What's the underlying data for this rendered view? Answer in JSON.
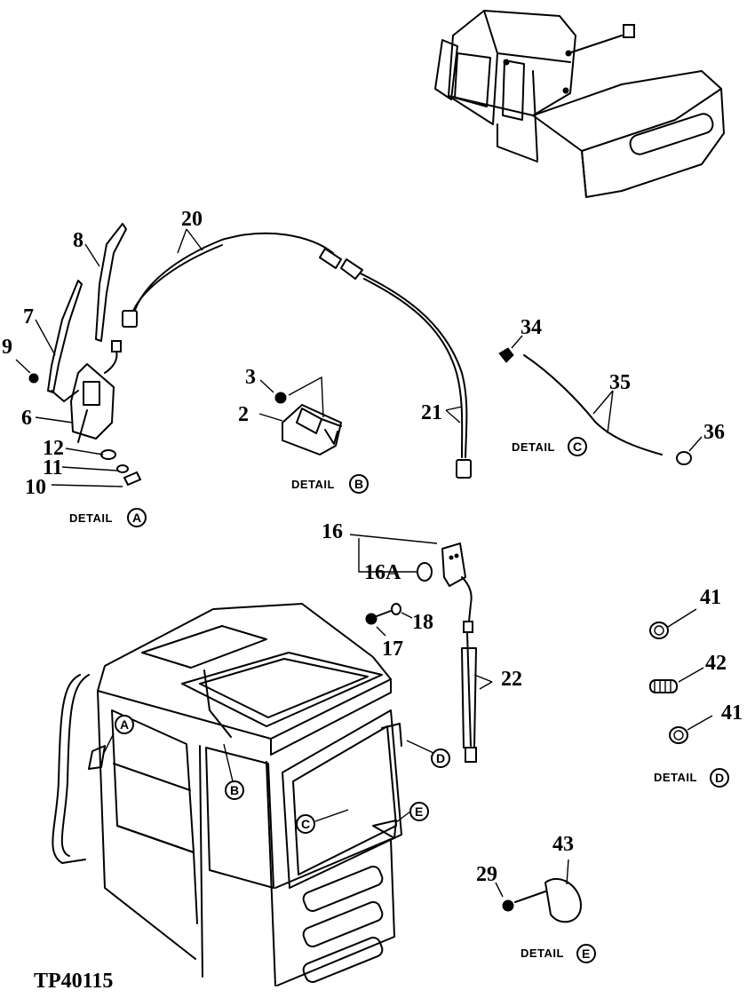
{
  "figure_id": "TP40115",
  "callouts": {
    "c2": "2",
    "c3": "3",
    "c6": "6",
    "c7": "7",
    "c8": "8",
    "c9": "9",
    "c10": "10",
    "c11": "11",
    "c12": "12",
    "c16": "16",
    "c16a": "16A",
    "c17": "17",
    "c18": "18",
    "c20": "20",
    "c21": "21",
    "c22": "22",
    "c29": "29",
    "c34": "34",
    "c35": "35",
    "c36": "36",
    "c41a": "41",
    "c41b": "41",
    "c42": "42",
    "c43": "43"
  },
  "details": {
    "word": "DETAIL",
    "a": "A",
    "b": "B",
    "c": "C",
    "d": "D",
    "e": "E"
  },
  "cab_markers": {
    "a": "A",
    "b": "B",
    "c": "C",
    "d": "D",
    "e": "E"
  }
}
